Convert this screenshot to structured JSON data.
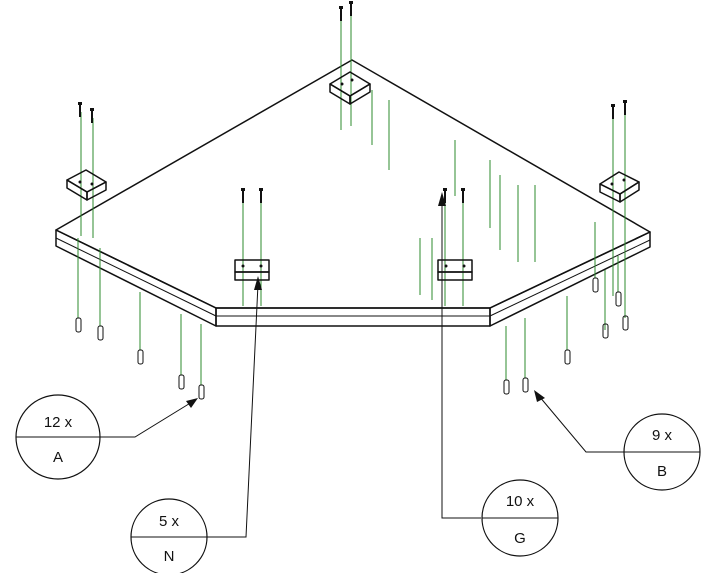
{
  "callouts": [
    {
      "qty": "12 x",
      "part": "A"
    },
    {
      "qty": "9 x",
      "part": "B"
    },
    {
      "qty": "5 x",
      "part": "N"
    },
    {
      "qty": "10 x",
      "part": "G"
    }
  ],
  "colors": {
    "line": "#111111",
    "guide": "#2e8b2e",
    "background": "#ffffff"
  }
}
